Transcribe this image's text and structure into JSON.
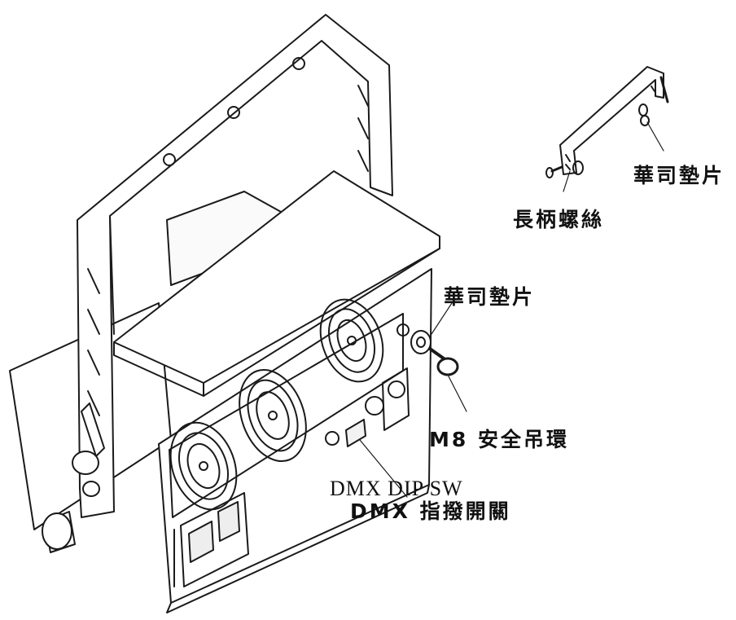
{
  "labels": {
    "washer_top": "華司墊片",
    "long_screw": "長柄螺絲",
    "washer_mid": "華司墊片",
    "safety_ring": "M8 安全吊環",
    "dip_sw_en": "DMX DIP SW",
    "dip_sw_zh": "DMX 指撥開關"
  },
  "colors": {
    "line": "#1a1a1a",
    "fill": "#ffffff",
    "shade": "#f2f2f2"
  }
}
